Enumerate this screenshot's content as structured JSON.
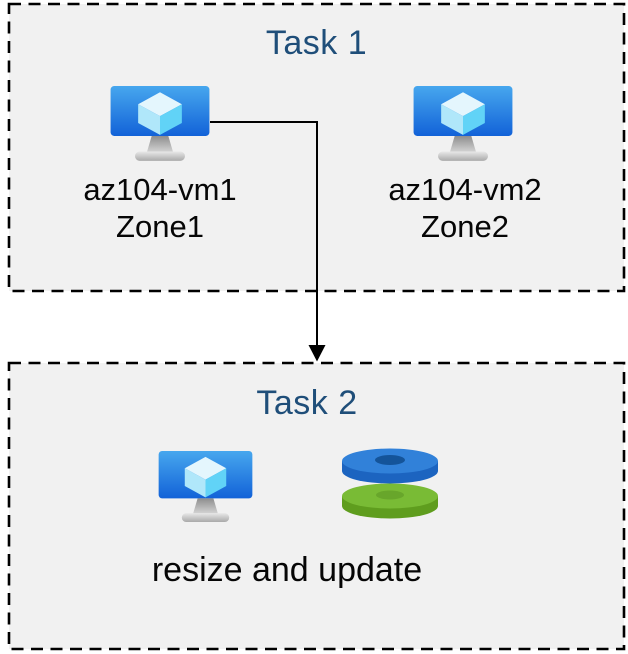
{
  "diagram": {
    "task1": {
      "title": "Task 1",
      "vms": [
        {
          "name": "az104-vm1",
          "zone": "Zone1",
          "icon": "virtual-machine-icon"
        },
        {
          "name": "az104-vm2",
          "zone": "Zone2",
          "icon": "virtual-machine-icon"
        }
      ]
    },
    "task2": {
      "title": "Task 2",
      "caption": "resize and update",
      "icons": [
        "virtual-machine-icon",
        "managed-disks-icon"
      ]
    },
    "connector": {
      "type": "elbow-arrow",
      "from": "az104-vm1",
      "to": "task2-box"
    },
    "colors": {
      "box_fill": "#f1f1f1",
      "box_border": "#000000",
      "title_text": "#1f4e79",
      "label_text": "#060606",
      "vm_screen_top": "#47a7ee",
      "vm_screen_bottom": "#1262d8",
      "vm_cube_top": "#e4f6fd",
      "vm_cube_left": "#b0e7fa",
      "vm_cube_right": "#61d3f7",
      "disk_blue_top": "#3181d9",
      "disk_blue_rim": "#1c64c0",
      "disk_blue_hole": "#14549a",
      "disk_green_top": "#79bb35",
      "disk_green_rim": "#5f9d1e",
      "disk_green_hole": "#68a62b"
    }
  }
}
